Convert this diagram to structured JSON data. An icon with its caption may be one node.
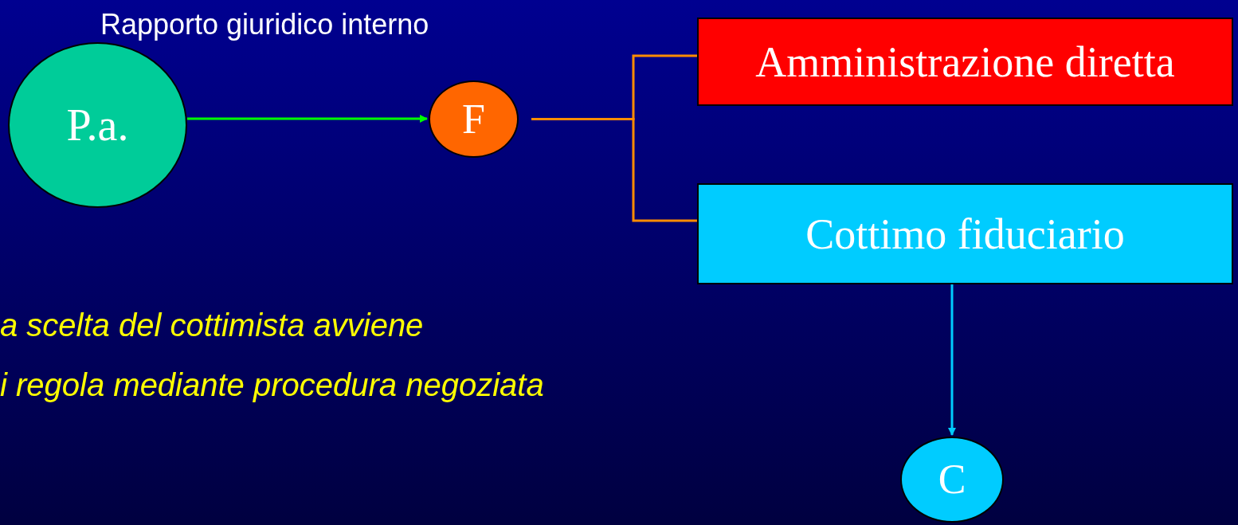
{
  "diagram": {
    "nodes": [
      {
        "text": [
          "P.a."
        ]
      },
      {
        "text": [
          "F"
        ]
      },
      {
        "text": [
          "Amministrazione diretta"
        ]
      },
      {
        "text": [
          "Cottimo fiduciario"
        ]
      },
      {
        "text": [
          "C"
        ]
      }
    ],
    "edges": [
      {
        "from": 0,
        "to": 1,
        "arrow": "to",
        "color": "#00ff00"
      },
      {
        "from": 1,
        "to": 2,
        "arrow": "none",
        "color": "#ff8c00"
      },
      {
        "from": 1,
        "to": 3,
        "arrow": "none",
        "color": "#ff8c00"
      },
      {
        "from": 3,
        "to": 4,
        "arrow": "to",
        "color": "#00ccff"
      }
    ],
    "labels": [
      "Rapporto giuridico interno",
      "a scelta del cottimista avviene",
      "i regola mediante procedura negoziata"
    ]
  }
}
